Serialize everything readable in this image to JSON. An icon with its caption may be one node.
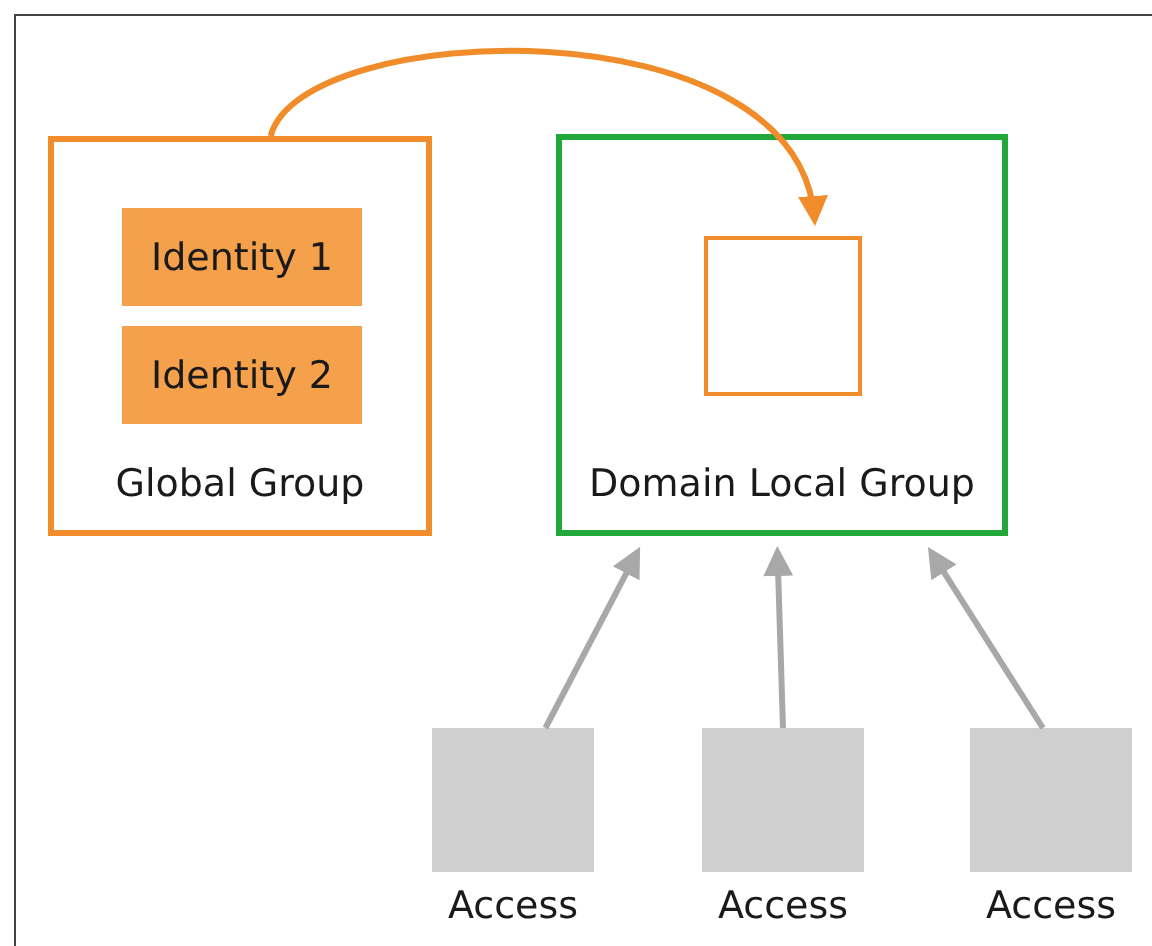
{
  "diagram": {
    "nodes": [
      {
        "text": [
          "Global Group"
        ]
      },
      {
        "text": [
          "Identity 1"
        ],
        "in": 0
      },
      {
        "text": [
          "Identity 2"
        ],
        "in": 0
      },
      {
        "text": [
          "Domain Local Group"
        ]
      },
      {
        "text": [],
        "shape": "box",
        "in": 3
      },
      {
        "text": [
          "Access"
        ]
      },
      {
        "text": [
          "Access"
        ]
      },
      {
        "text": [
          "Access"
        ]
      }
    ],
    "edges": [
      {
        "from": 0,
        "to": 4,
        "arrow": "to",
        "color": "#f08c2a"
      },
      {
        "from": 5,
        "to": 3,
        "arrow": "to"
      },
      {
        "from": 6,
        "to": 3,
        "arrow": "to"
      },
      {
        "from": 7,
        "to": 3,
        "arrow": "to"
      }
    ]
  }
}
